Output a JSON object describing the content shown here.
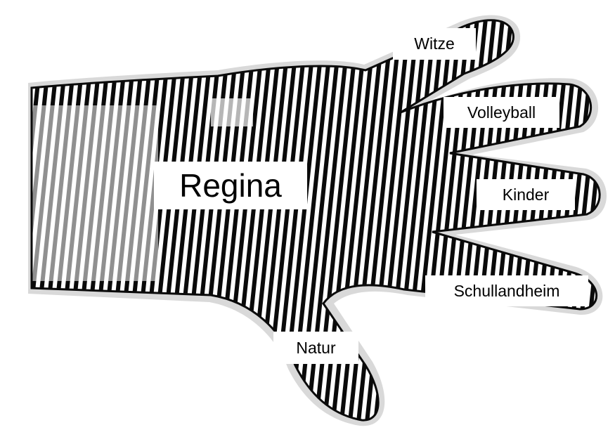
{
  "center": {
    "label": "Regina"
  },
  "fingers": [
    {
      "label": "Witze"
    },
    {
      "label": "Volleyball"
    },
    {
      "label": "Kinder"
    },
    {
      "label": "Schullandheim"
    },
    {
      "label": "Natur"
    }
  ],
  "colors": {
    "background": "#ffffff",
    "halo": "#d9d9d9",
    "ink": "#0a0a0a",
    "label_bg": "#ffffff",
    "label_text": "#000000"
  }
}
